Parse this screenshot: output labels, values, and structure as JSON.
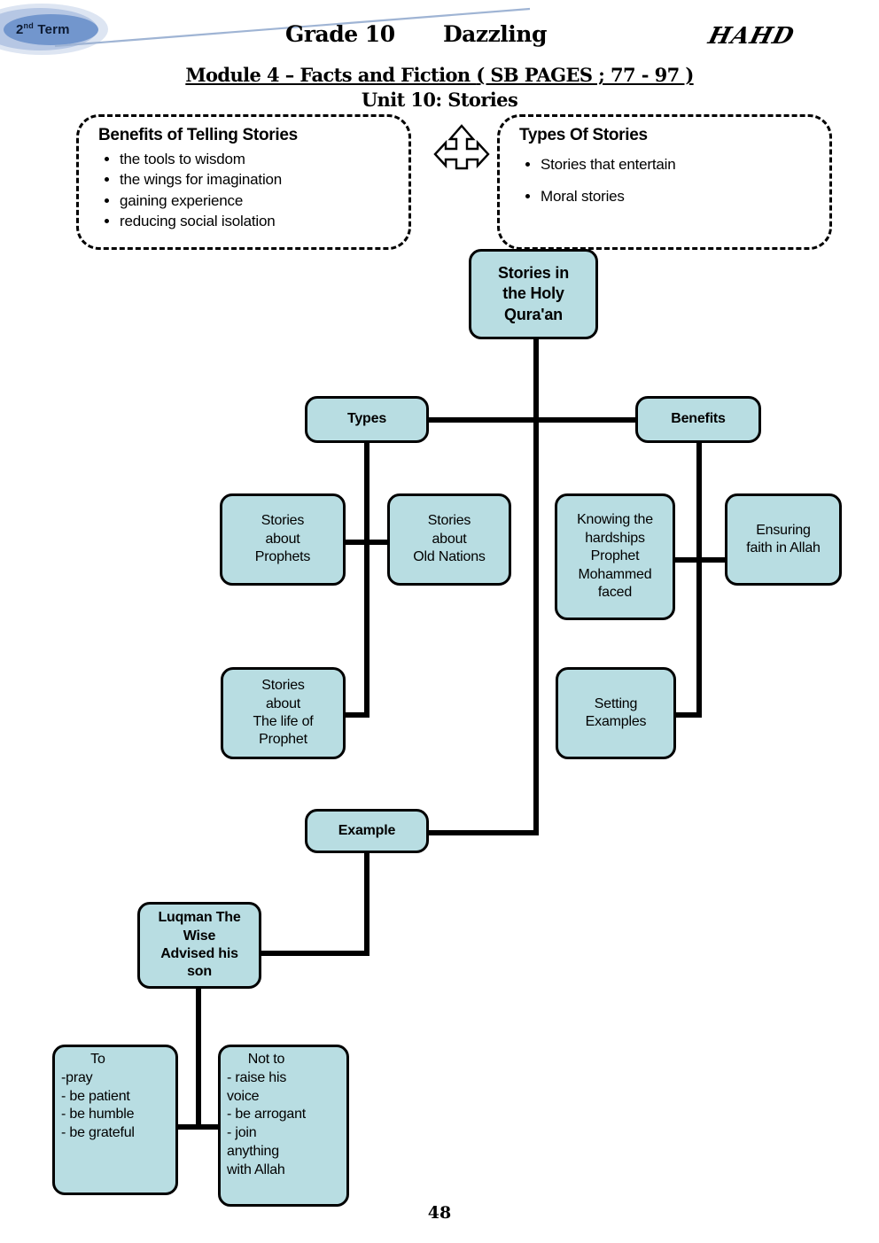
{
  "header": {
    "term_badge": {
      "prefix": "2",
      "sup": "nd",
      "suffix": " Term"
    },
    "grade": "Grade 10",
    "brand": "Dazzling",
    "signature": "HAHD",
    "title_line1_a": "Module 4 – Facts and Fiction ",
    "title_line1_b": "( SB PAGES ; 77 - 97 )",
    "title_line2": "Unit 10: Stories"
  },
  "notes": {
    "benefits": {
      "heading": "Benefits of Telling Stories",
      "items": [
        "the tools to wisdom",
        "the wings for imagination",
        "gaining experience",
        "reducing social isolation"
      ]
    },
    "types": {
      "heading": "Types Of Stories",
      "items": [
        "Stories that entertain",
        "Moral stories"
      ]
    }
  },
  "map": {
    "root": "Stories in\nthe Holy\nQura'an",
    "branch_types": "Types",
    "branch_benefits": "Benefits",
    "types_children": [
      "Stories\nabout\nProphets",
      "Stories\nabout\nOld Nations",
      "Stories\nabout\nThe life of\nProphet"
    ],
    "benefits_children": [
      "Knowing the\nhardships\nProphet\nMohammed\nfaced",
      "Ensuring\nfaith in Allah",
      "Setting\nExamples"
    ],
    "example_label": "Example",
    "luqman": "Luqman The\nWise\nAdvised his\nson",
    "advice_to": {
      "heading": "To",
      "body": "-pray\n- be patient\n- be humble\n- be grateful"
    },
    "advice_not_to": {
      "heading": "Not to",
      "body": "- raise his\nvoice\n- be arrogant\n- join\nanything\nwith Allah"
    }
  },
  "footer": {
    "page_number": "48"
  },
  "colors": {
    "node_fill": "#b8dde2",
    "node_stroke": "#000000",
    "badge_blue": "#7296cd"
  }
}
